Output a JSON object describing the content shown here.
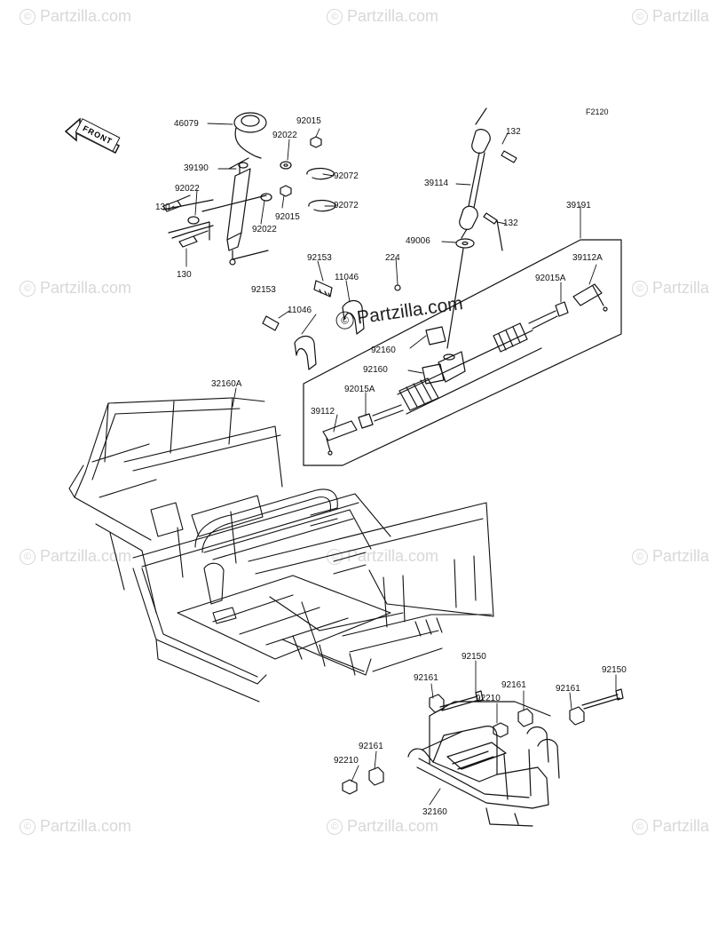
{
  "figure_code": "F2120",
  "front_label": "FRONT",
  "watermark": {
    "text": "Partzilla.com",
    "symbol": "©"
  },
  "part_labels": [
    {
      "id": "46079",
      "text": "46079"
    },
    {
      "id": "92015a",
      "text": "92015"
    },
    {
      "id": "92022a",
      "text": "92022"
    },
    {
      "id": "39190",
      "text": "39190"
    },
    {
      "id": "92072a",
      "text": "92072"
    },
    {
      "id": "92022b",
      "text": "92022"
    },
    {
      "id": "130a",
      "text": "130"
    },
    {
      "id": "92015b",
      "text": "92015"
    },
    {
      "id": "92072b",
      "text": "92072"
    },
    {
      "id": "92022c",
      "text": "92022"
    },
    {
      "id": "130b",
      "text": "130"
    },
    {
      "id": "132a",
      "text": "132"
    },
    {
      "id": "39114",
      "text": "39114"
    },
    {
      "id": "132b",
      "text": "132"
    },
    {
      "id": "49006",
      "text": "49006"
    },
    {
      "id": "39191",
      "text": "39191"
    },
    {
      "id": "92153a",
      "text": "92153"
    },
    {
      "id": "224",
      "text": "224"
    },
    {
      "id": "11046a",
      "text": "11046"
    },
    {
      "id": "39112A",
      "text": "39112A"
    },
    {
      "id": "92015A_a",
      "text": "92015A"
    },
    {
      "id": "92153b",
      "text": "92153"
    },
    {
      "id": "11046b",
      "text": "11046"
    },
    {
      "id": "92160a",
      "text": "92160"
    },
    {
      "id": "92160b",
      "text": "92160"
    },
    {
      "id": "92015A_b",
      "text": "92015A"
    },
    {
      "id": "39112",
      "text": "39112"
    },
    {
      "id": "32160A",
      "text": "32160A"
    },
    {
      "id": "92150a",
      "text": "92150"
    },
    {
      "id": "92150b",
      "text": "92150"
    },
    {
      "id": "92161a",
      "text": "92161"
    },
    {
      "id": "92161b",
      "text": "92161"
    },
    {
      "id": "92161c",
      "text": "92161"
    },
    {
      "id": "92210a",
      "text": "92210"
    },
    {
      "id": "92161d",
      "text": "92161"
    },
    {
      "id": "92210b",
      "text": "92210"
    },
    {
      "id": "32160",
      "text": "32160"
    }
  ]
}
